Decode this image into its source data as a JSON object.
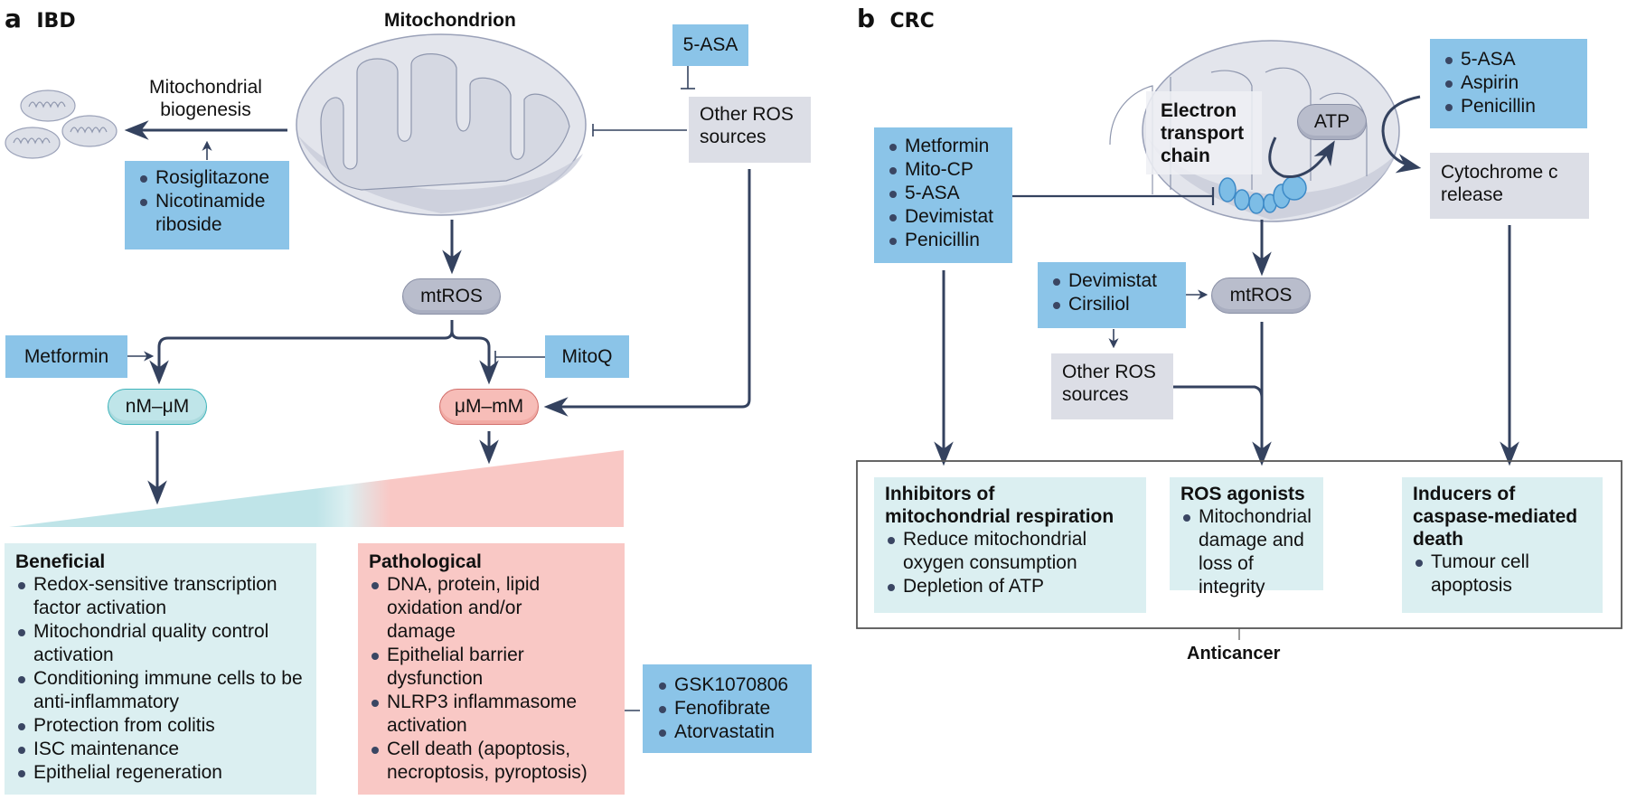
{
  "panel_a": {
    "letter": "a",
    "title": "IBD",
    "mitochondrion_label": "Mitochondrion",
    "biogenesis_label_line1": "Mitochondrial",
    "biogenesis_label_line2": "biogenesis",
    "biogenesis_drugs": [
      "Rosiglitazone",
      "Nicotinamide riboside"
    ],
    "asa_box": "5-ASA",
    "other_ros_line1": "Other ROS",
    "other_ros_line2": "sources",
    "mtros": "mtROS",
    "metformin": "Metformin",
    "mitoq": "MitoQ",
    "low_conc": "nM–μM",
    "high_conc": "μM–mM",
    "beneficial": {
      "title": "Beneficial",
      "items": [
        "Redox-sensitive transcription factor activation",
        "Mitochondrial quality control activation",
        "Conditioning immune cells to be anti-inflammatory",
        "Protection from colitis",
        "ISC maintenance",
        "Epithelial regeneration"
      ]
    },
    "pathological": {
      "title": "Pathological",
      "items": [
        "DNA, protein, lipid oxidation and/or damage",
        "Epithelial barrier dysfunction",
        "NLRP3 inflammasome activation",
        "Cell death (apoptosis, necroptosis, pyroptosis)"
      ]
    },
    "nlrp3_inhibitors": [
      "GSK1070806",
      "Fenofibrate",
      "Atorvastatin"
    ]
  },
  "panel_b": {
    "letter": "b",
    "title": "CRC",
    "etc_label_line1": "Electron",
    "etc_label_line2": "transport",
    "etc_label_line3": "chain",
    "atp": "ATP",
    "etc_inhibitors": [
      "Metformin",
      "Mito-CP",
      "5-ASA",
      "Devimistat",
      "Penicillin"
    ],
    "cyto_drugs": [
      "5-ASA",
      "Aspirin",
      "Penicillin"
    ],
    "cyto_line1": "Cytochrome c",
    "cyto_line2": "release",
    "ros_drugs": [
      "Devimistat",
      "Cirsiliol"
    ],
    "mtros": "mtROS",
    "other_ros_line1": "Other ROS",
    "other_ros_line2": "sources",
    "outcomes": [
      {
        "title_line1": "Inhibitors of",
        "title_line2": "mitochondrial respiration",
        "items": [
          "Reduce mitochondrial oxygen consumption",
          "Depletion of ATP"
        ]
      },
      {
        "title_line1": "ROS agonists",
        "title_line2": "",
        "items": [
          "Mitochondrial damage and loss of integrity"
        ]
      },
      {
        "title_line1": "Inducers of",
        "title_line2": "caspase-mediated",
        "title_line3": "death",
        "items": [
          "Tumour cell apoptosis"
        ]
      }
    ],
    "anticancer": "Anticancer"
  },
  "colors": {
    "drug_box": "#8bc4e8",
    "grey_box": "#dcdee6",
    "beneficial_box": "#dbeff1",
    "pathological_box": "#f9c8c5",
    "arrow": "#34425f",
    "mito_fill": "#dde0e8"
  }
}
